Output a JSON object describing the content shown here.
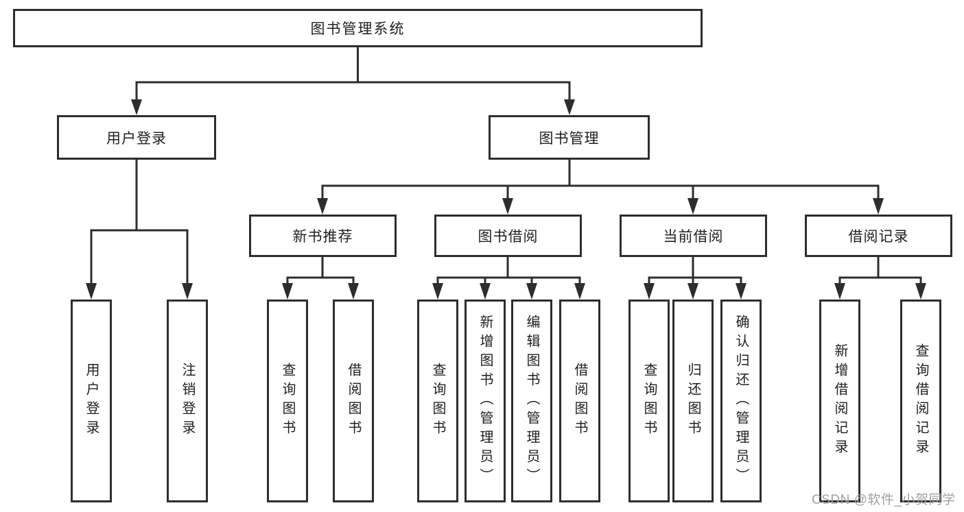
{
  "diagram": {
    "root": {
      "label": "图书管理系统"
    },
    "branches": [
      {
        "label": "用户登录",
        "children": [
          {
            "label": "用户登录"
          },
          {
            "label": "注销登录"
          }
        ]
      },
      {
        "label": "图书管理",
        "children": [
          {
            "label": "新书推荐",
            "children": [
              {
                "label": "查询图书"
              },
              {
                "label": "借阅图书"
              }
            ]
          },
          {
            "label": "图书借阅",
            "children": [
              {
                "label": "查询图书"
              },
              {
                "label": "新增图书（管理员）"
              },
              {
                "label": "编辑图书（管理员）"
              },
              {
                "label": "借阅图书"
              }
            ]
          },
          {
            "label": "当前借阅",
            "children": [
              {
                "label": "查询图书"
              },
              {
                "label": "归还图书"
              },
              {
                "label": "确认归还（管理员）"
              }
            ]
          },
          {
            "label": "借阅记录",
            "children": [
              {
                "label": "新增借阅记录"
              },
              {
                "label": "查询借阅记录"
              }
            ]
          }
        ]
      }
    ]
  },
  "watermark": {
    "text": "CSDN @软件_小贺同学"
  },
  "colors": {
    "line": "#2d2d2d",
    "box_border": "#2d2d2d",
    "box_fill": "#ffffff",
    "text": "#1f1f1f",
    "watermark": "#9da1a5",
    "background": "#ffffff"
  }
}
